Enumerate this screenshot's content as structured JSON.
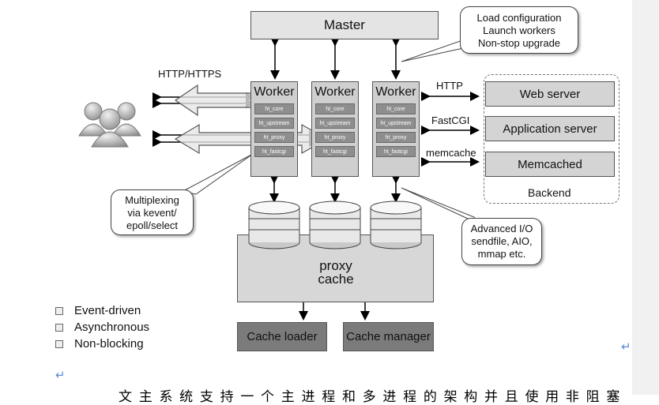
{
  "master": {
    "label": "Master"
  },
  "master_callout": {
    "lines": [
      "Load configuration",
      "Launch workers",
      "Non-stop upgrade"
    ]
  },
  "protocol_label": "HTTP/HTTPS",
  "workers": [
    {
      "title": "Worker",
      "modules": [
        "ht_core",
        "ht_upstream",
        "ht_proxy",
        "ht_fastcgi"
      ]
    },
    {
      "title": "Worker",
      "modules": [
        "ht_core",
        "ht_upstream",
        "ht_proxy",
        "ht_fastcgi"
      ]
    },
    {
      "title": "Worker",
      "modules": [
        "ht_core",
        "ht_upstream",
        "ht_proxy",
        "ht_fastcgi"
      ]
    }
  ],
  "backend_links": [
    "HTTP",
    "FastCGI",
    "memcache"
  ],
  "backend": {
    "items": [
      "Web server",
      "Application server",
      "Memcached"
    ],
    "label": "Backend"
  },
  "multiplex_callout": {
    "lines": [
      "Multiplexing",
      "via kevent/",
      "epoll/select"
    ]
  },
  "io_callout": {
    "lines": [
      "Advanced I/O",
      "sendfile, AIO,",
      "mmap etc."
    ]
  },
  "cache": {
    "label_line1": "proxy",
    "label_line2": "cache"
  },
  "cache_loader": "Cache loader",
  "cache_manager": "Cache manager",
  "features": [
    "Event-driven",
    "Asynchronous",
    "Non-blocking"
  ],
  "return_mark": "↵",
  "bottom_text": "文 主 系 统 支 持 一 个 主 进 程 和 多 进 程 的 架 构 并 且 使 用 非 阻 塞"
}
